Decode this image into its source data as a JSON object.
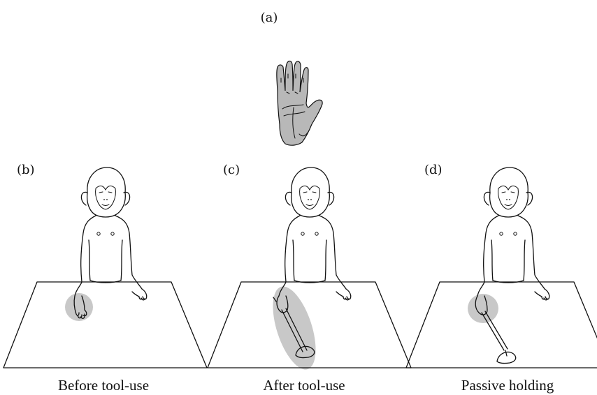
{
  "panels": {
    "a": {
      "label": "(a)"
    },
    "b": {
      "label": "(b)",
      "caption": "Before tool-use"
    },
    "c": {
      "label": "(c)",
      "caption": "After tool-use"
    },
    "d": {
      "label": "(d)",
      "caption": "Passive holding"
    }
  },
  "colors": {
    "receptive_field": "#c8c8c8",
    "hand_fill": "#b8b8b8",
    "ink": "#111111"
  },
  "icons": [
    "hand-receptive-field-icon",
    "monkey-icon",
    "table-icon",
    "rake-tool-icon"
  ]
}
